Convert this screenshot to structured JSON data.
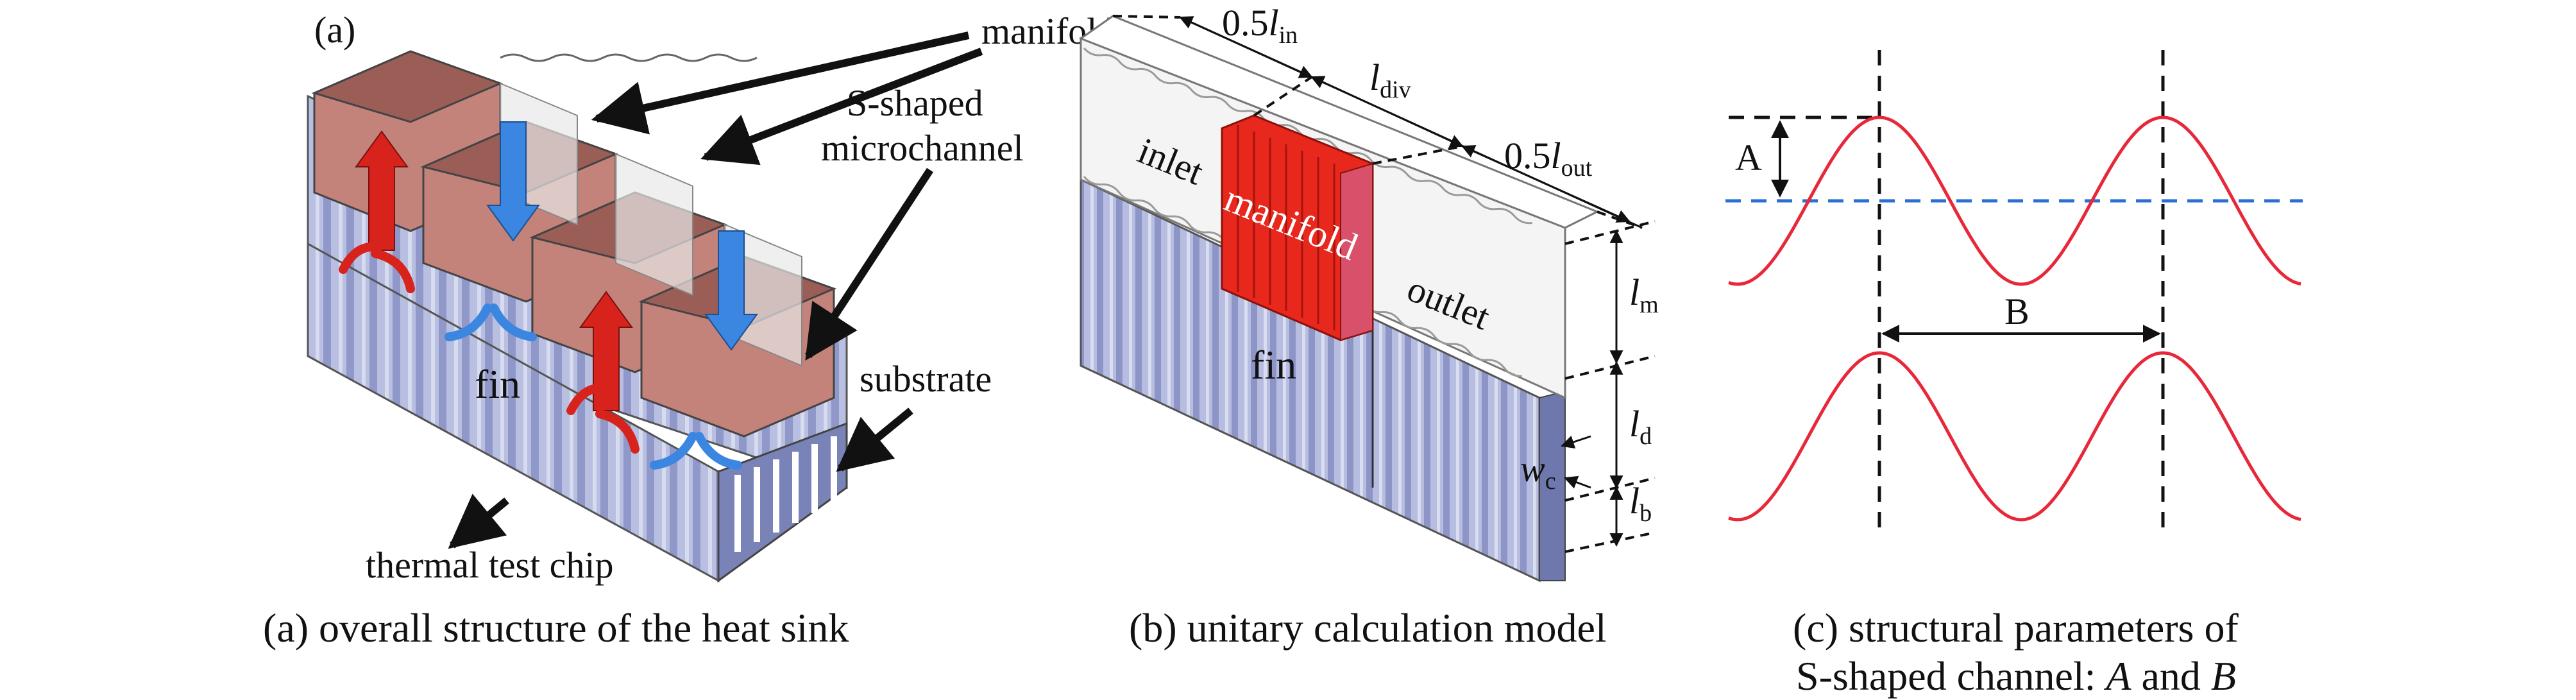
{
  "panel_a": {
    "tag": "(a)",
    "labels": {
      "manifold": "manifold",
      "s_shaped_line1": "S-shaped",
      "s_shaped_line2": "microchannel",
      "substrate": "substrate",
      "fin": "fin",
      "thermal_test_chip": "thermal test chip"
    },
    "caption": "(a) overall structure of the heat sink"
  },
  "panel_b": {
    "labels": {
      "inlet": "inlet",
      "manifold": "manifold",
      "outlet": "outlet",
      "fin": "fin"
    },
    "dims": {
      "half_l_in_prefix": "0.5",
      "l_in_main": "l",
      "l_in_sub": "in",
      "l_div_main": "l",
      "l_div_sub": "div",
      "half_l_out_prefix": "0.5",
      "l_out_main": "l",
      "l_out_sub": "out",
      "l_m_main": "l",
      "l_m_sub": "m",
      "l_d_main": "l",
      "l_d_sub": "d",
      "w_c_main": "w",
      "w_c_sub": "c",
      "l_b_main": "l",
      "l_b_sub": "b"
    },
    "caption": "(b) unitary calculation model"
  },
  "panel_c": {
    "labels": {
      "A": "A",
      "B": "B"
    },
    "caption_line1": "(c) structural parameters of",
    "caption_line2_prefix": "S-shaped channel: ",
    "caption_A": "A",
    "caption_and": " and ",
    "caption_B": "B"
  },
  "colors": {
    "wave": "#e8273a",
    "centerline": "#2a6fd6",
    "manifold_red": "#e8271d",
    "fin_blue": "#aab2d8",
    "copper": "#b06a5e",
    "arrow_red": "#d8231c",
    "arrow_blue": "#3b86e0"
  }
}
